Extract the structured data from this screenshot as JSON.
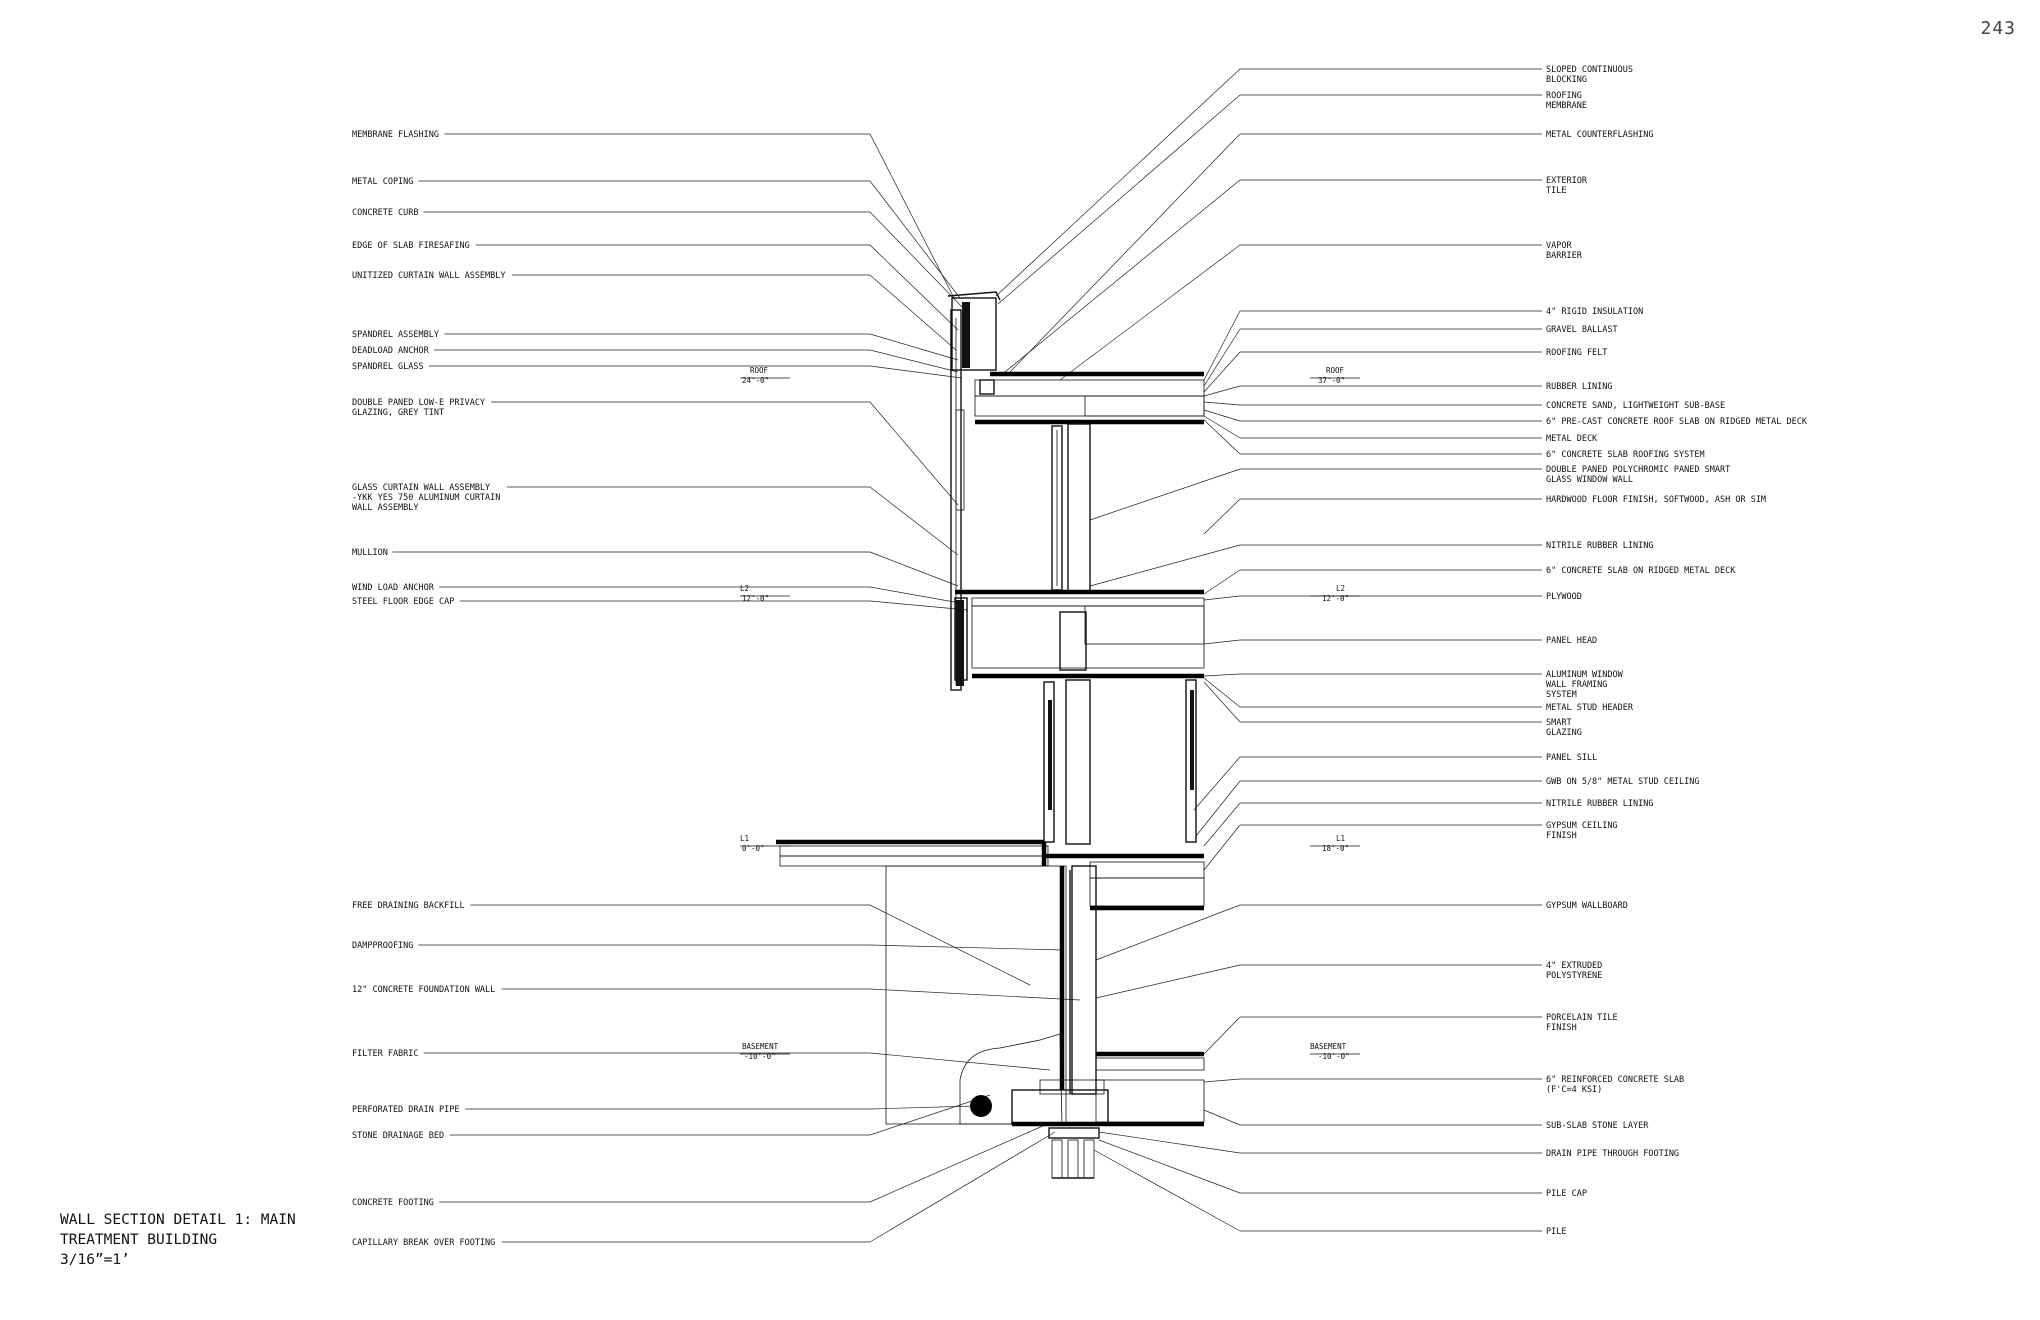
{
  "page_number": "243",
  "title": {
    "line1": "WALL SECTION DETAIL 1: MAIN",
    "line2": "TREATMENT BUILDING",
    "scale": "3/16”=1’"
  },
  "left_labels": [
    [
      "MEMBRANE FLASHING"
    ],
    [
      "METAL COPING"
    ],
    [
      "CONCRETE CURB"
    ],
    [
      "EDGE OF SLAB FIRESAFING"
    ],
    [
      "UNITIZED CURTAIN WALL ASSEMBLY"
    ],
    [
      "SPANDREL ASSEMBLY"
    ],
    [
      "DEADLOAD ANCHOR"
    ],
    [
      "SPANDREL GLASS"
    ],
    [
      "DOUBLE PANED LOW-E PRIVACY",
      "GLAZING, GREY TINT"
    ],
    [
      "GLASS CURTAIN WALL ASSEMBLY",
      "-YKK YES 750 ALUMINUM CURTAIN",
      "WALL ASSEMBLY"
    ],
    [
      "MULLION"
    ],
    [
      "WIND LOAD ANCHOR"
    ],
    [
      "STEEL FLOOR EDGE CAP"
    ],
    [
      "FREE DRAINING BACKFILL"
    ],
    [
      "DAMPPROOFING"
    ],
    [
      "12\" CONCRETE FOUNDATION WALL"
    ],
    [
      "FILTER FABRIC"
    ],
    [
      "PERFORATED DRAIN PIPE"
    ],
    [
      "STONE DRAINAGE BED"
    ],
    [
      "CONCRETE FOOTING"
    ],
    [
      "CAPILLARY BREAK OVER FOOTING"
    ]
  ],
  "right_labels": [
    [
      "SLOPED CONTINUOUS",
      "BLOCKING"
    ],
    [
      "ROOFING",
      "MEMBRANE"
    ],
    [
      "METAL COUNTERFLASHING"
    ],
    [
      "EXTERIOR",
      "TILE"
    ],
    [
      "VAPOR",
      "BARRIER"
    ],
    [
      "4\" RIGID INSULATION"
    ],
    [
      "GRAVEL BALLAST"
    ],
    [
      "ROOFING FELT"
    ],
    [
      "RUBBER LINING"
    ],
    [
      "CONCRETE SAND, LIGHTWEIGHT SUB-BASE"
    ],
    [
      "6\" PRE-CAST CONCRETE ROOF SLAB ON RIDGED METAL DECK"
    ],
    [
      "METAL DECK"
    ],
    [
      "6\" CONCRETE SLAB ROOFING SYSTEM"
    ],
    [
      "DOUBLE PANED POLYCHROMIC PANED SMART",
      "GLASS WINDOW WALL"
    ],
    [
      "HARDWOOD FLOOR FINISH, SOFTWOOD, ASH OR SIM"
    ],
    [
      "NITRILE RUBBER LINING"
    ],
    [
      "6\" CONCRETE SLAB ON RIDGED METAL DECK"
    ],
    [
      "PLYWOOD"
    ],
    [
      "PANEL HEAD"
    ],
    [
      "ALUMINUM WINDOW",
      "WALL FRAMING",
      "SYSTEM"
    ],
    [
      "METAL STUD HEADER"
    ],
    [
      "SMART",
      "GLAZING"
    ],
    [
      "PANEL SILL"
    ],
    [
      "GWB ON 5/8\" METAL STUD CEILING"
    ],
    [
      "NITRILE RUBBER LINING"
    ],
    [
      "GYPSUM CEILING",
      "FINISH"
    ],
    [
      "GYPSUM WALLBOARD"
    ],
    [
      "4\" EXTRUDED",
      "POLYSTYRENE"
    ],
    [
      "PORCELAIN TILE",
      "FINISH"
    ],
    [
      "6\" REINFORCED CONCRETE SLAB",
      "(F'C=4 KSI)"
    ],
    [
      "SUB-SLAB STONE LAYER"
    ],
    [
      "DRAIN PIPE THROUGH FOOTING"
    ],
    [
      "PILE CAP"
    ],
    [
      "PILE"
    ]
  ],
  "levels": [
    [
      "ROOF",
      "24'-0\""
    ],
    [
      "ROOF",
      "37'-0\""
    ],
    [
      "L2",
      "12'-0\""
    ],
    [
      "L2",
      "12'-0\""
    ],
    [
      "L1",
      "0'-0\""
    ],
    [
      "L1",
      "18'-0\""
    ],
    [
      "BASEMENT",
      "-10'-0\""
    ],
    [
      "BASEMENT",
      "-10'-0\""
    ]
  ],
  "colors": {
    "ink": "#111111",
    "paper": "#ffffff",
    "page_number": "#444444"
  }
}
